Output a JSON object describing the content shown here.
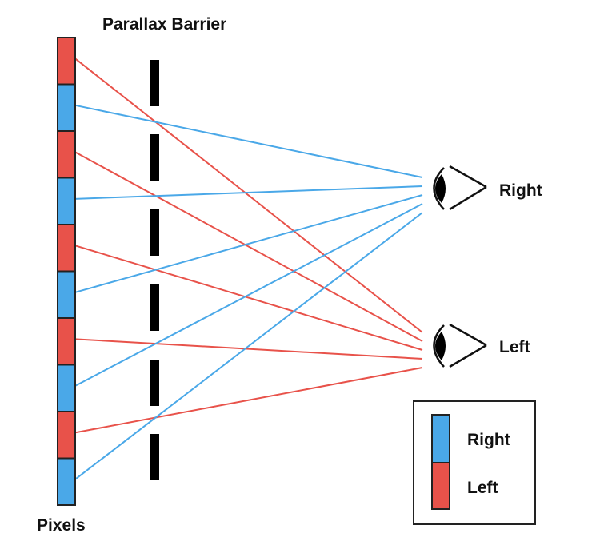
{
  "title": "Parallax Barrier",
  "pixels_label": "Pixels",
  "eyes": {
    "right_label": "Right",
    "left_label": "Left"
  },
  "legend": {
    "items": [
      {
        "label": "Right",
        "color": "#4aa8e8"
      },
      {
        "label": "Left",
        "color": "#e8524a"
      }
    ]
  },
  "colors": {
    "right": "#4aa8e8",
    "left": "#e8524a",
    "barrier": "#000000",
    "outline": "#222222"
  },
  "pixel_column": [
    "Left",
    "Right",
    "Left",
    "Right",
    "Left",
    "Right",
    "Left",
    "Right",
    "Left",
    "Right"
  ]
}
